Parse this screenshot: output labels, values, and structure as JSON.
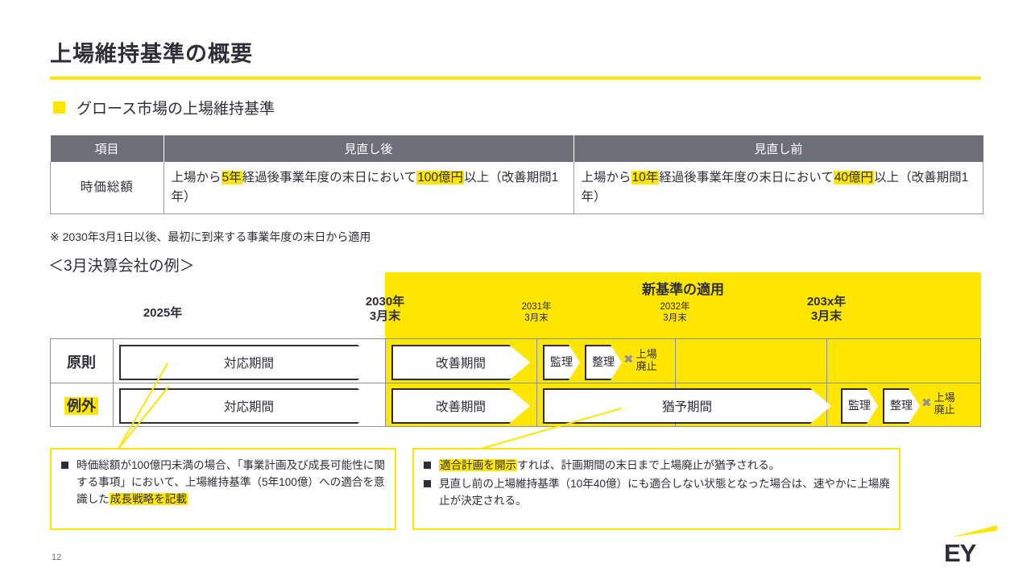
{
  "slide": {
    "title": "上場維持基準の概要",
    "section_heading": "グロース市場の上場維持基準",
    "page_number": "12",
    "accent_color": "#ffe600",
    "dark_color": "#2e2e38",
    "header_gray": "#6e6e7a",
    "grid_gray": "#8f8f99"
  },
  "criteria_table": {
    "headers": [
      "項目",
      "見直し後",
      "見直し前"
    ],
    "rows": [
      {
        "item": "時価総額",
        "after": {
          "pre1": "上場から",
          "hl1": "5年",
          "mid": "経過後事業年度の末日において",
          "hl2": "100億円",
          "post": "以上（改善期間1年）"
        },
        "before": {
          "pre1": "上場から",
          "hl1": "10年",
          "mid": "経過後事業年度の末日において",
          "hl2": "40億円",
          "post": "以上（改善期間1年）"
        }
      }
    ]
  },
  "note": "※ 2030年3月1日以後、最初に到来する事業年度の末日から適用",
  "example_heading": "＜3月決算会社の例＞",
  "timeline": {
    "band_label": "新基準の適用",
    "year_ticks": [
      {
        "line1": "2025年",
        "line2": "",
        "emphasis": "major"
      },
      {
        "line1": "2030年",
        "line2": "3月末",
        "emphasis": "major"
      },
      {
        "line1": "2031年",
        "line2": "3月末",
        "emphasis": "minor"
      },
      {
        "line1": "2032年",
        "line2": "3月末",
        "emphasis": "minor"
      },
      {
        "line1": "203x年",
        "line2": "3月末",
        "emphasis": "major"
      }
    ],
    "rows": [
      {
        "label": "原則",
        "label_highlighted": false,
        "phases": [
          "対応期間",
          "改善期間"
        ],
        "watch_label": "監理",
        "liquidation_label": "整理",
        "delist_line1": "上場",
        "delist_line2": "廃止",
        "delist_icon": "x-mark-icon"
      },
      {
        "label": "例外",
        "label_highlighted": true,
        "phases": [
          "対応期間",
          "改善期間",
          "猶予期間"
        ],
        "watch_label": "監理",
        "liquidation_label": "整理",
        "delist_line1": "上場",
        "delist_line2": "廃止",
        "delist_icon": "x-mark-icon"
      }
    ]
  },
  "callout_left": {
    "bullets": [
      {
        "plain1": "時価総額が100億円未満の場合、「事業計画及び成長可能性に関する事項」において、上場維持基準（5年100億）への適合を意識した",
        "highlight": "成長戦略を記載",
        "plain2": ""
      }
    ]
  },
  "callout_right": {
    "bullets": [
      {
        "highlight_lead": "適合計画を開示",
        "plain1": "すれば、計画期間の末日まで上場廃止が猶予される。",
        "plain2": ""
      },
      {
        "highlight_lead": "",
        "plain1": "見直し前の上場維持基準（10年40億）にも適合しない状態となった場合は、速やかに上場廃止が決定される。",
        "plain2": ""
      }
    ]
  },
  "logo": {
    "text": "EY"
  }
}
